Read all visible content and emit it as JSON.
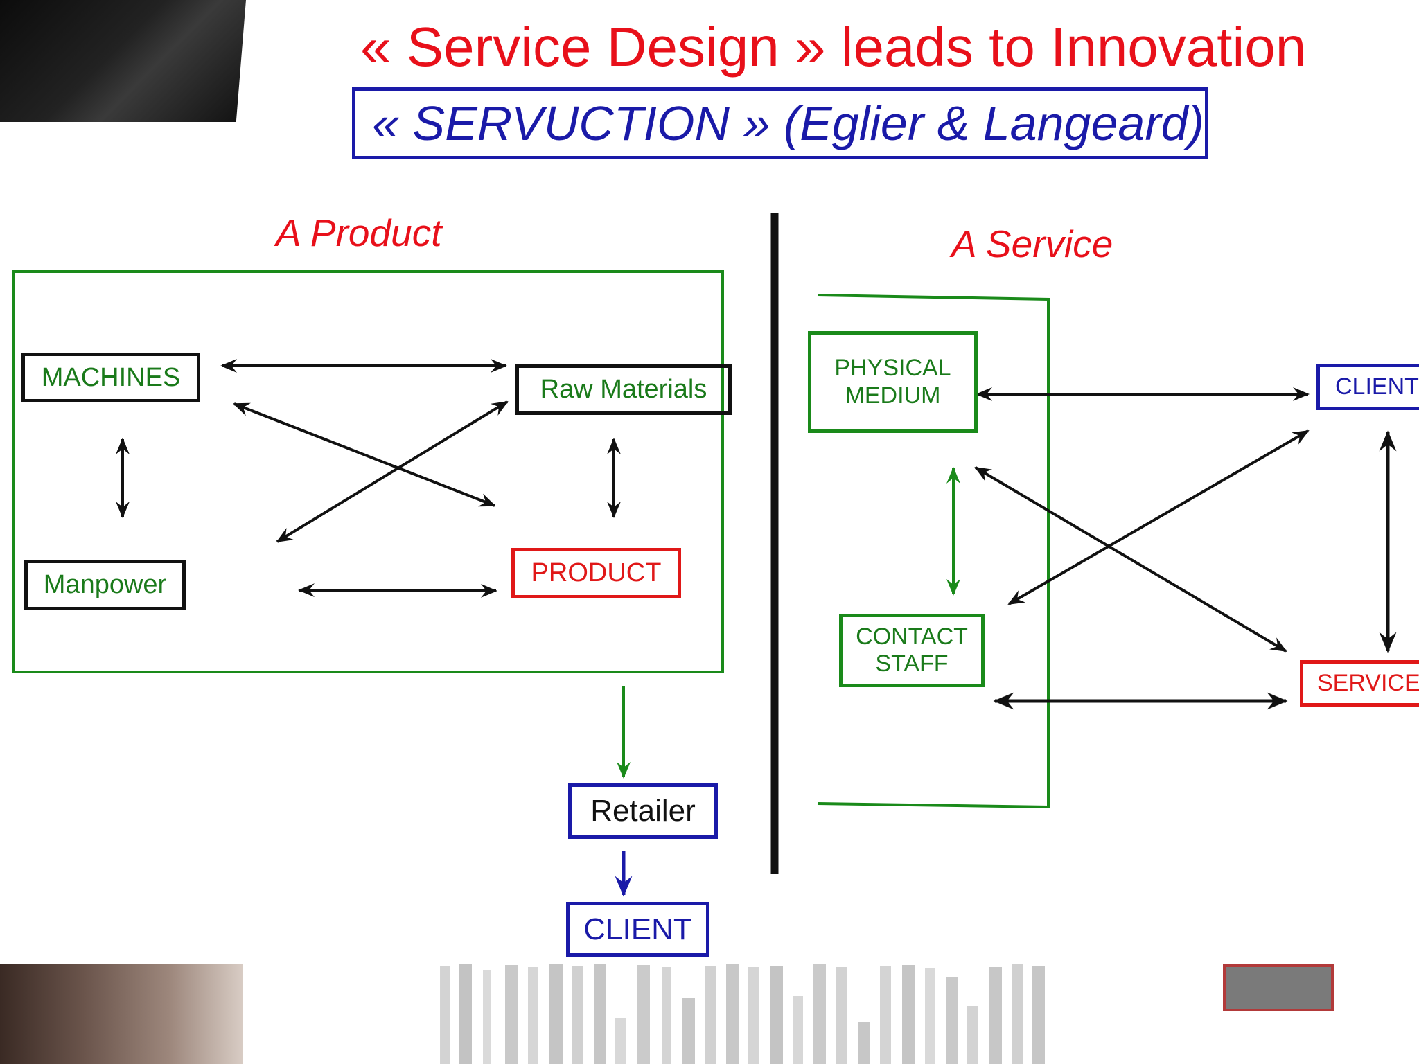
{
  "title": "« Service Design » leads to  Innovation",
  "subtitle": "« SERVUCTION »  (Eglier & Langeard)",
  "product": {
    "label": "A Product",
    "machines": "MACHINES",
    "raw_materials": "Raw Materials",
    "manpower": "Manpower",
    "product": "PRODUCT",
    "retailer": "Retailer",
    "client": "CLIENT"
  },
  "service": {
    "label": "A Service",
    "physical_medium_line1": "PHYSICAL",
    "physical_medium_line2": "MEDIUM",
    "contact_staff_line1": "CONTACT",
    "contact_staff_line2": "STAFF",
    "client": "CLIENT",
    "service": "SERVICE"
  },
  "colors": {
    "title_red": "#e8101a",
    "blue": "#1a1aa8",
    "green": "#1a8a1a",
    "black": "#111111"
  }
}
